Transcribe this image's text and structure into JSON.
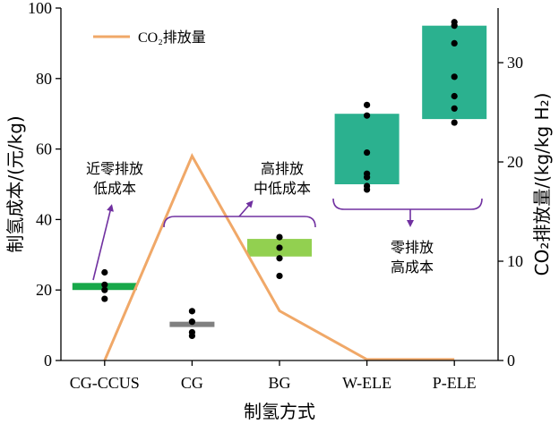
{
  "chart_data": {
    "type": "bar",
    "categories": [
      "CG-CCUS",
      "CG",
      "BG",
      "W-ELE",
      "P-ELE"
    ],
    "xlabel": "制氢方式",
    "ylabel_left": "制氢成本/(元/kg)",
    "ylabel_right": "CO₂排放量/(kg/kg H₂)",
    "ylim_left": [
      0,
      100
    ],
    "ylim_right": [
      0,
      35.5
    ],
    "yticks_left": [
      0,
      20,
      40,
      60,
      80,
      100
    ],
    "yticks_right": [
      0,
      10,
      20,
      30
    ],
    "cost_ranges": [
      {
        "category": "CG-CCUS",
        "low": 20.0,
        "high": 22.0,
        "color": "#18a84a"
      },
      {
        "category": "CG",
        "low": 9.5,
        "high": 11.0,
        "color": "#808080"
      },
      {
        "category": "BG",
        "low": 29.5,
        "high": 34.5,
        "color": "#92d050"
      },
      {
        "category": "W-ELE",
        "low": 50.0,
        "high": 70.0,
        "color": "#2bb18f"
      },
      {
        "category": "P-ELE",
        "low": 68.5,
        "high": 95.0,
        "color": "#2bb18f"
      }
    ],
    "cost_points": [
      {
        "category": "CG-CCUS",
        "values": [
          25.0,
          21.5,
          20.0,
          17.5
        ]
      },
      {
        "category": "CG",
        "values": [
          14.0,
          11.0,
          8.0,
          7.0
        ]
      },
      {
        "category": "BG",
        "values": [
          35.0,
          32.0,
          29.0,
          24.0
        ]
      },
      {
        "category": "W-ELE",
        "values": [
          72.5,
          69.5,
          59.0,
          53.0,
          52.0,
          49.5,
          48.5
        ]
      },
      {
        "category": "P-ELE",
        "values": [
          96.0,
          95.0,
          90.0,
          80.5,
          75.0,
          71.5,
          67.5
        ]
      }
    ],
    "emissions_series": {
      "name": "CO₂排放量",
      "color": "#f0a868",
      "values": [
        0.0,
        20.6,
        5.0,
        0.1,
        0.1
      ]
    },
    "annotations": [
      {
        "lines": [
          "近零排放",
          "低成本"
        ]
      },
      {
        "lines": [
          "高排放",
          "中低成本"
        ]
      },
      {
        "lines": [
          "零排放",
          "高成本"
        ]
      }
    ],
    "legend": {
      "label": "CO₂排放量",
      "placement": "top-left"
    }
  }
}
